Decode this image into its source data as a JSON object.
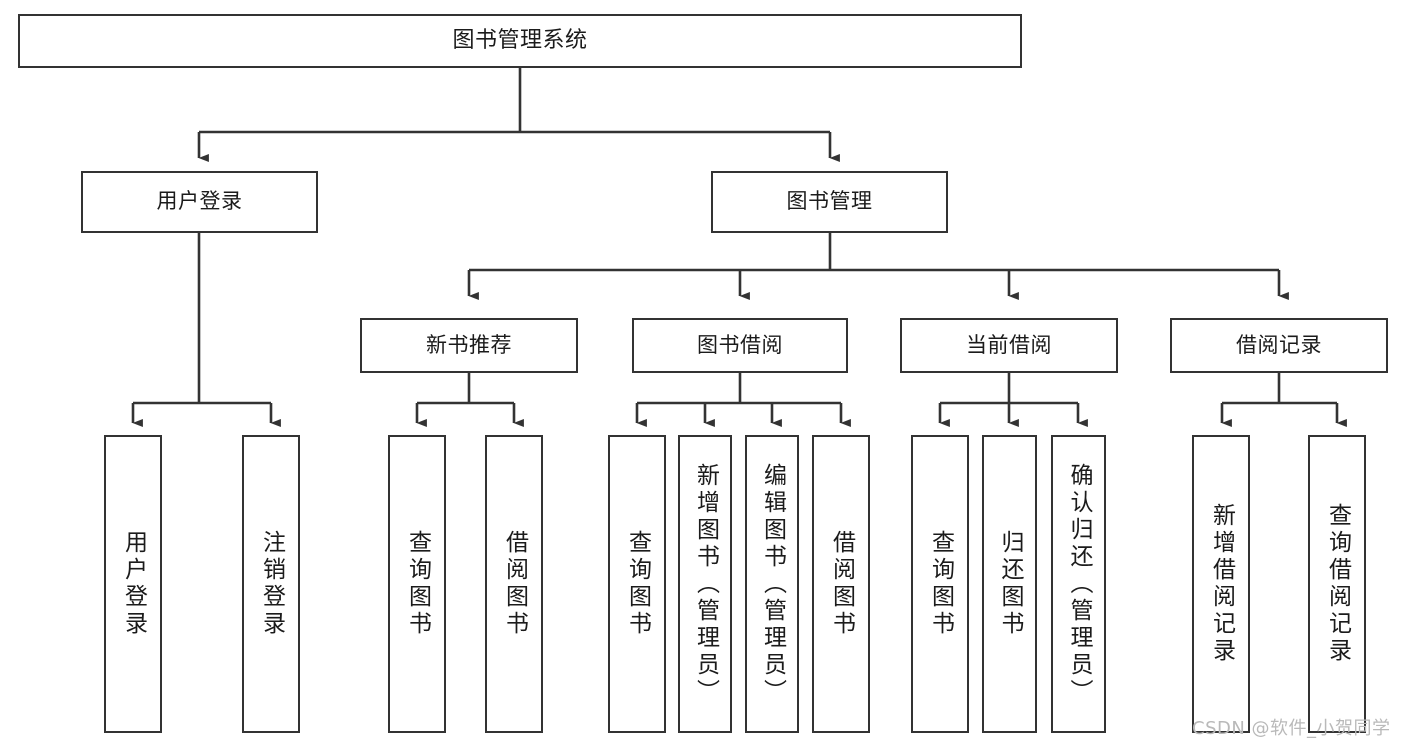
{
  "diagram": {
    "type": "tree",
    "title": "图书管理系统",
    "orientation": "top-down",
    "colors": {
      "background": "#ffffff",
      "box_border": "#333333",
      "box_fill": "#ffffff",
      "connector": "#333333",
      "text": "#1b1b1b",
      "watermark": "#b9b9b9"
    },
    "root": {
      "label": "图书管理系统"
    },
    "level2": [
      {
        "label": "用户登录"
      },
      {
        "label": "图书管理"
      }
    ],
    "level3": [
      {
        "label": "新书推荐"
      },
      {
        "label": "图书借阅"
      },
      {
        "label": "当前借阅"
      },
      {
        "label": "借阅记录"
      }
    ],
    "leaves": {
      "user_login": [
        {
          "label": "用户登录"
        },
        {
          "label": "注销登录"
        }
      ],
      "new_book_recommend": [
        {
          "label": "查询图书"
        },
        {
          "label": "借阅图书"
        }
      ],
      "book_borrow": [
        {
          "label": "查询图书"
        },
        {
          "label": "新增图书（管理员）"
        },
        {
          "label": "编辑图书（管理员）"
        },
        {
          "label": "借阅图书"
        }
      ],
      "current_borrow": [
        {
          "label": "查询图书"
        },
        {
          "label": "归还图书"
        },
        {
          "label": "确认归还（管理员）"
        }
      ],
      "borrow_record": [
        {
          "label": "新增借阅记录"
        },
        {
          "label": "查询借阅记录"
        }
      ]
    }
  },
  "watermark": {
    "text": "CSDN @软件_小贺同学"
  }
}
